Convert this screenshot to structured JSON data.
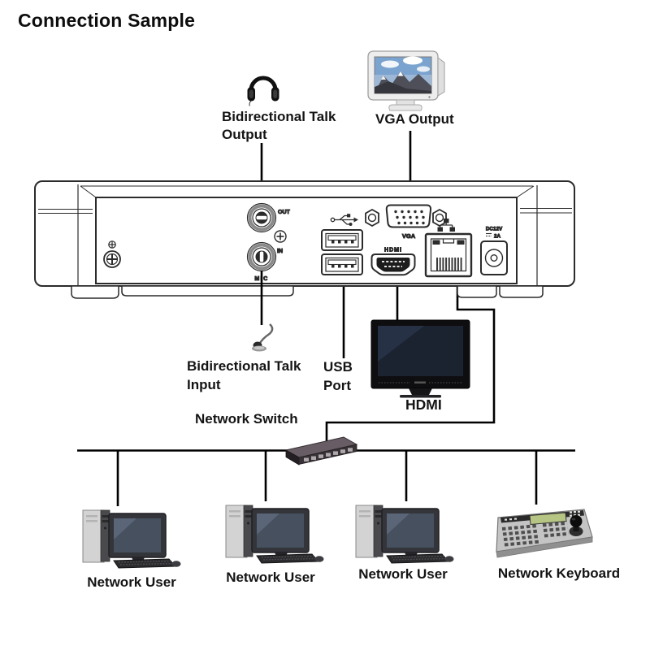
{
  "title": "Connection Sample",
  "diagram": {
    "talk_output": {
      "line1": "Bidirectional Talk",
      "line2": "Output"
    },
    "vga_output": {
      "label": "VGA Output"
    },
    "talk_input": {
      "line1": "Bidirectional Talk",
      "line2": "Input"
    },
    "usb_port": {
      "line1": "USB",
      "line2": "Port"
    },
    "hdmi": {
      "label": "HDMI"
    },
    "network_switch": {
      "label": "Network Switch"
    },
    "network_users": [
      {
        "label": "Network User"
      },
      {
        "label": "Network User"
      },
      {
        "label": "Network User"
      }
    ],
    "network_keyboard": {
      "label": "Network Keyboard"
    }
  },
  "rear_panel": {
    "audio_out_label": "OUT",
    "audio_in_label": "IN",
    "mic_label": "MIC",
    "vga_label": "VGA",
    "hdmi_label": "HDMI",
    "power_label_line1": "DC12V",
    "power_label_line2": "2A"
  },
  "colors": {
    "connection_line": "#000000",
    "panel_line_art": "#2b2b2b",
    "switch_body": "#4a4046",
    "tv_screen": "#1b2330",
    "keyboard_lcd": "#b7c584",
    "monitor_sky": "#7ba3cf"
  }
}
